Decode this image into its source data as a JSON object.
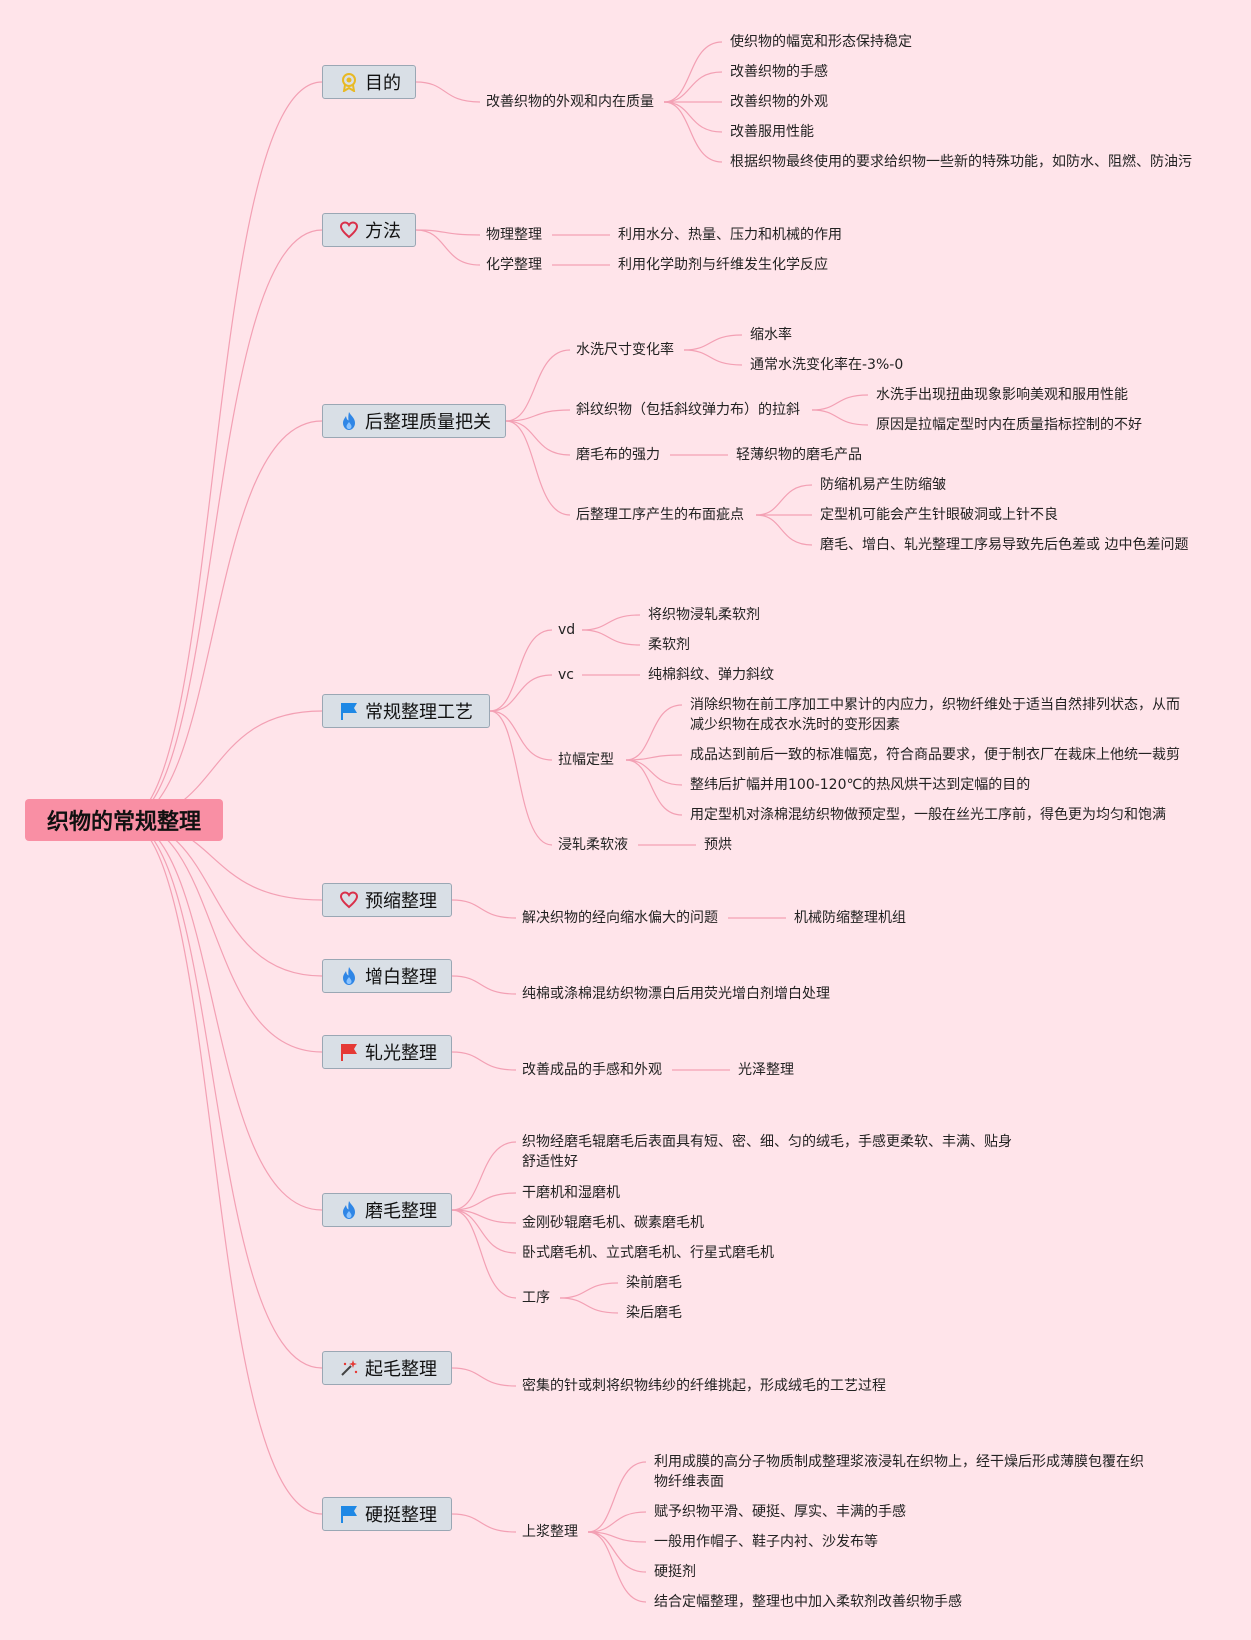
{
  "root": {
    "label": "织物的常规整理"
  },
  "colors": {
    "background": "#ffe4ea",
    "root": "#f98fa4",
    "line": "#f3a0b4",
    "node_fill": "#d9dfe6",
    "node_border": "#9aa7b4"
  },
  "branches": [
    {
      "label": "目的",
      "icon": "award-ribbon-icon",
      "children": [
        {
          "label": "改善织物的外观和内在质量",
          "children": [
            "使织物的幅宽和形态保持稳定",
            "改善织物的手感",
            "改善织物的外观",
            "改善服用性能",
            "根据织物最终使用的要求给织物一些新的特殊功能，如防水、阻燃、防油污"
          ]
        }
      ]
    },
    {
      "label": "方法",
      "icon": "heart-icon",
      "children": [
        {
          "label": "物理整理",
          "children": [
            "利用水分、热量、压力和机械的作用"
          ]
        },
        {
          "label": "化学整理",
          "children": [
            "利用化学助剂与纤维发生化学反应"
          ]
        }
      ]
    },
    {
      "label": "后整理质量把关",
      "icon": "flame-icon",
      "children": [
        {
          "label": "水洗尺寸变化率",
          "children": [
            "缩水率",
            "通常水洗变化率在-3%-0"
          ]
        },
        {
          "label": "斜纹织物（包括斜纹弹力布）的拉斜",
          "children": [
            "水洗手出现扭曲现象影响美观和服用性能",
            "原因是拉幅定型时内在质量指标控制的不好"
          ]
        },
        {
          "label": "磨毛布的强力",
          "children": [
            "轻薄织物的磨毛产品"
          ]
        },
        {
          "label": "后整理工序产生的布面疵点",
          "children": [
            "防缩机易产生防缩皱",
            "定型机可能会产生针眼破洞或上针不良",
            "磨毛、增白、轧光整理工序易导致先后色差或 边中色差问题"
          ]
        }
      ]
    },
    {
      "label": "常规整理工艺",
      "icon": "flag-icon",
      "children": [
        {
          "label": "vd",
          "children": [
            "将织物浸轧柔软剂",
            "柔软剂"
          ]
        },
        {
          "label": "vc",
          "children": [
            "纯棉斜纹、弹力斜纹"
          ]
        },
        {
          "label": "拉幅定型",
          "children": [
            "消除织物在前工序加工中累计的内应力，织物纤维处于适当自然排列状态，从而减少织物在成衣水洗时的变形因素",
            "成品达到前后一致的标准幅宽，符合商品要求，便于制衣厂在裁床上他统一裁剪",
            "整纬后扩幅并用100-120℃的热风烘干达到定幅的目的",
            "用定型机对涤棉混纺织物做预定型，一般在丝光工序前，得色更为均匀和饱满"
          ]
        },
        {
          "label": "浸轧柔软液",
          "children": [
            "预烘"
          ]
        }
      ]
    },
    {
      "label": "预缩整理",
      "icon": "heart-icon",
      "children": [
        {
          "label": "解决织物的经向缩水偏大的问题",
          "children": [
            "机械防缩整理机组"
          ]
        }
      ]
    },
    {
      "label": "增白整理",
      "icon": "flame-icon",
      "children": [
        {
          "label": "纯棉或涤棉混纺织物漂白后用荧光增白剂增白处理",
          "children": []
        }
      ]
    },
    {
      "label": "轧光整理",
      "icon": "flag-icon",
      "children": [
        {
          "label": "改善成品的手感和外观",
          "children": [
            "光泽整理"
          ]
        }
      ]
    },
    {
      "label": "磨毛整理",
      "icon": "flame-icon",
      "children": [
        {
          "label": "织物经磨毛辊磨毛后表面具有短、密、细、匀的绒毛，手感更柔软、丰满、贴身舒适性好",
          "children": []
        },
        {
          "label": "干磨机和湿磨机",
          "children": []
        },
        {
          "label": "金刚砂辊磨毛机、碳素磨毛机",
          "children": []
        },
        {
          "label": "卧式磨毛机、立式磨毛机、行星式磨毛机",
          "children": []
        },
        {
          "label": "工序",
          "children": [
            "染前磨毛",
            "染后磨毛"
          ]
        }
      ]
    },
    {
      "label": "起毛整理",
      "icon": "sparkle-icon",
      "children": [
        {
          "label": "密集的针或刺将织物纬纱的纤维挑起，形成绒毛的工艺过程",
          "children": []
        }
      ]
    },
    {
      "label": "硬挺整理",
      "icon": "flag-icon",
      "children": [
        {
          "label": "上浆整理",
          "children": [
            "利用成膜的高分子物质制成整理浆液浸轧在织物上，经干燥后形成薄膜包覆在织物纤维表面",
            "赋予织物平滑、硬挺、厚实、丰满的手感",
            "一般用作帽子、鞋子内衬、沙发布等",
            "硬挺剂",
            "结合定幅整理，整理也中加入柔软剂改善织物手感"
          ]
        }
      ]
    }
  ]
}
